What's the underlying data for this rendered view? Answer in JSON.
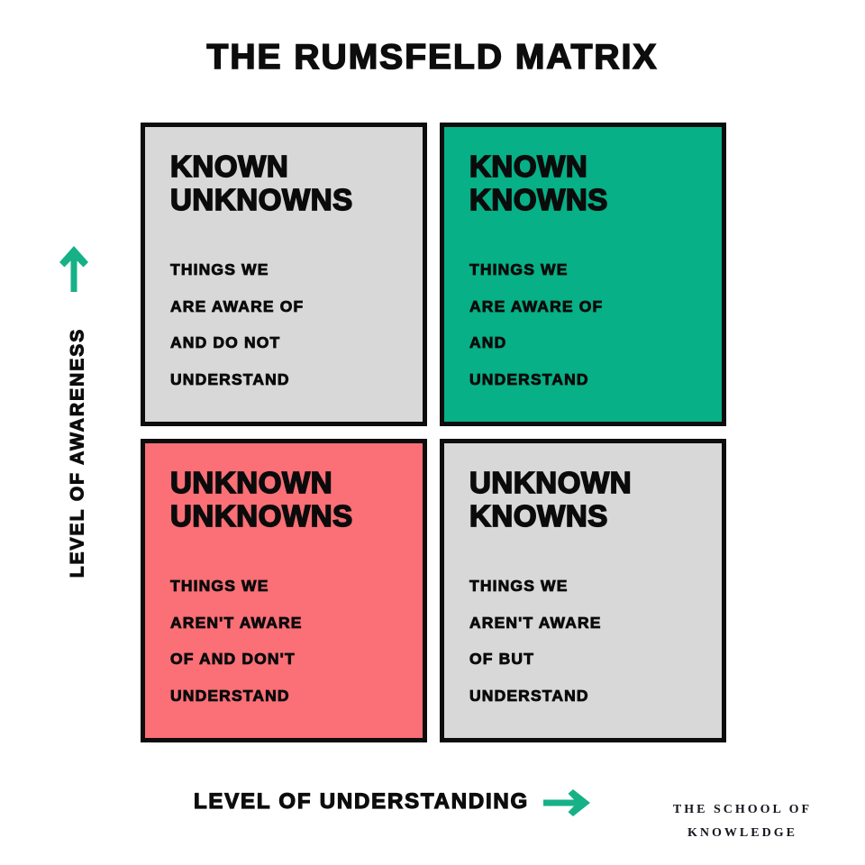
{
  "title": "THE RUMSFELD MATRIX",
  "colors": {
    "background": "#ffffff",
    "ink": "#0d0d0d",
    "gray": "#d8d8d8",
    "green": "#07b086",
    "red": "#fb6f76",
    "accent_arrow": "#17b187"
  },
  "axes": {
    "y": {
      "label": "LEVEL OF AWARENESS",
      "arrow": "arrow-up-icon",
      "direction": "up"
    },
    "x": {
      "label": "LEVEL OF UNDERSTANDING",
      "arrow": "arrow-right-icon",
      "direction": "right"
    }
  },
  "quadrants": [
    {
      "id": "known-unknowns",
      "position": "top-left",
      "fill": "gray",
      "title": "KNOWN\nUNKNOWNS",
      "body": "THINGS WE\nARE AWARE OF\nAND DO NOT\nUNDERSTAND"
    },
    {
      "id": "known-knowns",
      "position": "top-right",
      "fill": "green",
      "title": "KNOWN\nKNOWNS",
      "body": "THINGS WE\nARE AWARE OF\nAND\nUNDERSTAND"
    },
    {
      "id": "unknown-unknowns",
      "position": "bottom-left",
      "fill": "red",
      "title": "UNKNOWN\nUNKNOWNS",
      "body": "THINGS WE\nAREN'T AWARE\nOF AND DON'T\nUNDERSTAND"
    },
    {
      "id": "unknown-knowns",
      "position": "bottom-right",
      "fill": "gray",
      "title": "UNKNOWN\nKNOWNS",
      "body": "THINGS WE\nAREN'T AWARE\nOF BUT\nUNDERSTAND"
    }
  ],
  "brand": {
    "line1": "THE SCHOOL OF",
    "line2": "KNOWLEDGE"
  }
}
